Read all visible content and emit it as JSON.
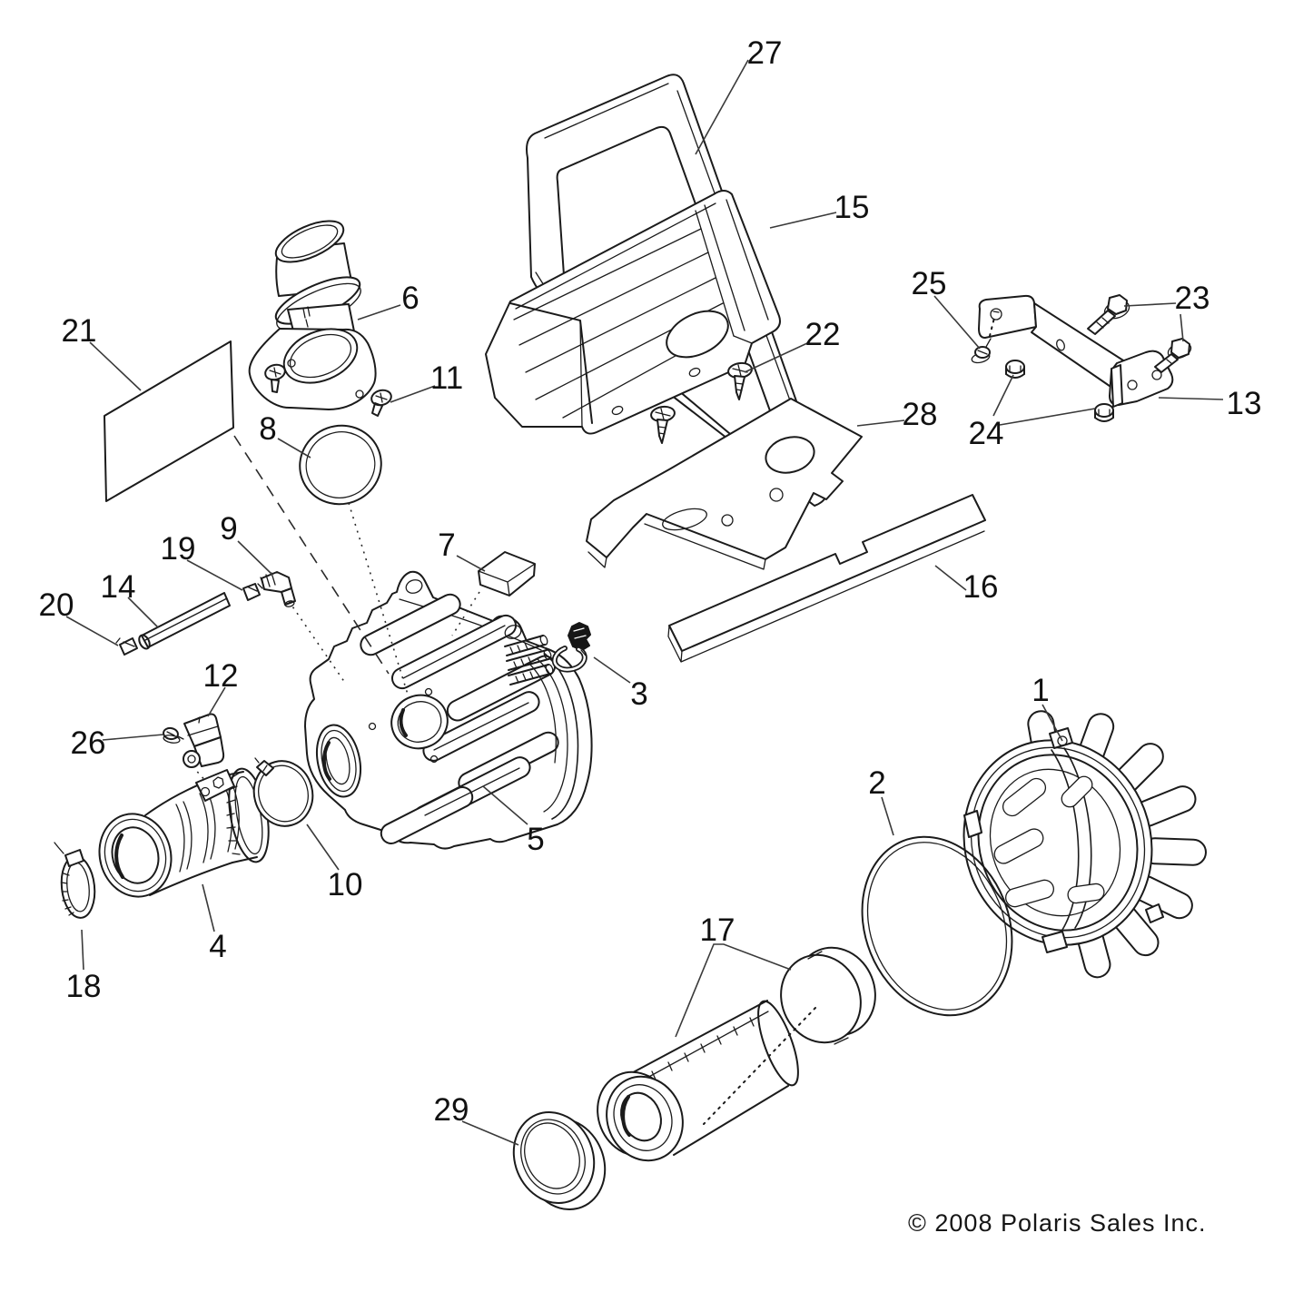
{
  "diagram": {
    "type": "exploded-parts-diagram",
    "copyright": "© 2008 Polaris Sales Inc.",
    "colors": {
      "line": "#1b1b1b",
      "background": "#ffffff",
      "leader": "#3a3a3a"
    },
    "callouts": [
      {
        "label": "1"
      },
      {
        "label": "2"
      },
      {
        "label": "3"
      },
      {
        "label": "4"
      },
      {
        "label": "5"
      },
      {
        "label": "6"
      },
      {
        "label": "7"
      },
      {
        "label": "8"
      },
      {
        "label": "9"
      },
      {
        "label": "10"
      },
      {
        "label": "11"
      },
      {
        "label": "12"
      },
      {
        "label": "13"
      },
      {
        "label": "14"
      },
      {
        "label": "15"
      },
      {
        "label": "16"
      },
      {
        "label": "17"
      },
      {
        "label": "18"
      },
      {
        "label": "19"
      },
      {
        "label": "20"
      },
      {
        "label": "21"
      },
      {
        "label": "22"
      },
      {
        "label": "23"
      },
      {
        "label": "24"
      },
      {
        "label": "25"
      },
      {
        "label": "26"
      },
      {
        "label": "27"
      },
      {
        "label": "28"
      },
      {
        "label": "29"
      }
    ]
  }
}
